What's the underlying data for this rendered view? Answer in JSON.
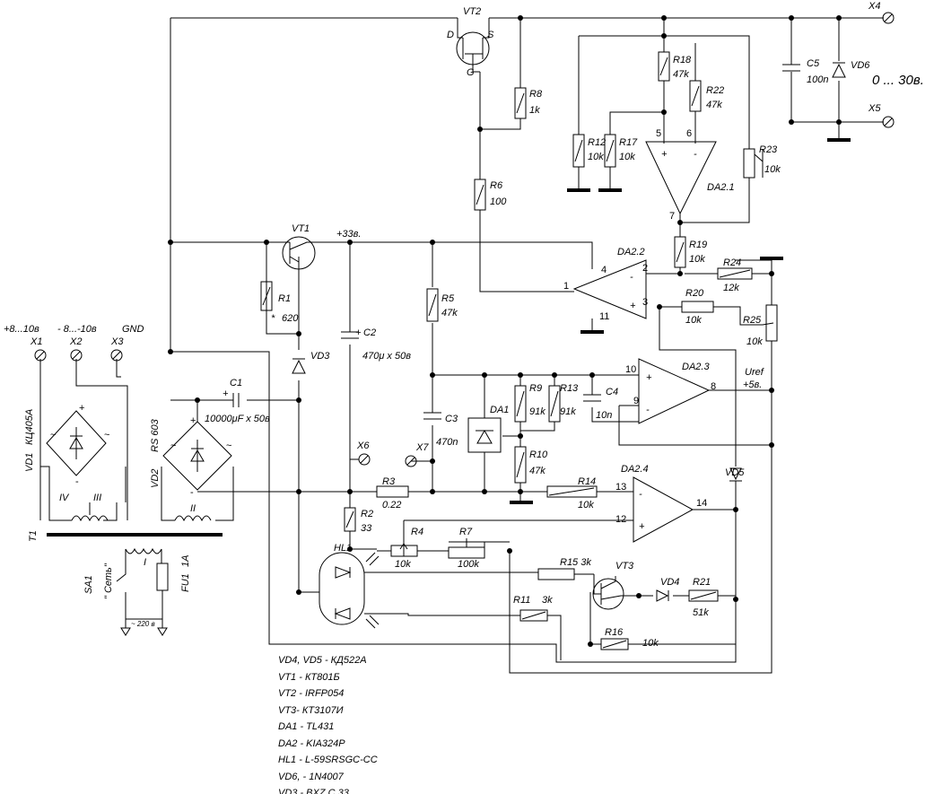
{
  "components": {
    "vt2": {
      "ref": "VT2",
      "d": "D",
      "s": "S",
      "g": "G"
    },
    "vt1": {
      "ref": "VT1"
    },
    "vt3": {
      "ref": "VT3"
    },
    "r1": {
      "ref": "R1",
      "val": "620",
      "mark": "*"
    },
    "r2": {
      "ref": "R2",
      "val": "33"
    },
    "r3": {
      "ref": "R3",
      "val": "0.22"
    },
    "r4": {
      "ref": "R4",
      "val": "10k"
    },
    "r5": {
      "ref": "R5",
      "val": "47k"
    },
    "r6": {
      "ref": "R6",
      "val": "100"
    },
    "r7": {
      "ref": "R7",
      "val": "100k"
    },
    "r8": {
      "ref": "R8",
      "val": "1k"
    },
    "r9": {
      "ref": "R9",
      "val": "91k"
    },
    "r10": {
      "ref": "R10",
      "val": "47k"
    },
    "r11": {
      "ref": "R11",
      "val": "3k"
    },
    "r12": {
      "ref": "R12",
      "val": "10k"
    },
    "r13": {
      "ref": "R13",
      "val": "91k"
    },
    "r14": {
      "ref": "R14",
      "val": "10k"
    },
    "r15": {
      "ref": "R15 3k"
    },
    "r16": {
      "ref": "R16",
      "val": "10k"
    },
    "r17": {
      "ref": "R17",
      "val": "10k"
    },
    "r18": {
      "ref": "R18",
      "val": "47k"
    },
    "r19": {
      "ref": "R19",
      "val": "10k"
    },
    "r20": {
      "ref": "R20",
      "val": "10k"
    },
    "r21": {
      "ref": "R21",
      "val": "51k"
    },
    "r22": {
      "ref": "R22",
      "val": "47k"
    },
    "r23": {
      "ref": "R23",
      "val": "10k"
    },
    "r24": {
      "ref": "R24",
      "val": "12k"
    },
    "r25": {
      "ref": "R25",
      "val": "10k"
    },
    "c1": {
      "ref": "C1",
      "val": "10000μF x 50в"
    },
    "c2": {
      "ref": "C2",
      "val": "470μ x 50в"
    },
    "c3": {
      "ref": "C3",
      "val": "470n"
    },
    "c4": {
      "ref": "C4",
      "val": "10n"
    },
    "c5": {
      "ref": "C5",
      "val": "100n"
    },
    "vd1": {
      "ref": "VD1",
      "type": "КЦ405А"
    },
    "vd2": {
      "ref": "VD2",
      "type": "RS 603"
    },
    "vd3": {
      "ref": "VD3"
    },
    "vd4": {
      "ref": "VD4"
    },
    "vd5": {
      "ref": "VD5"
    },
    "vd6": {
      "ref": "VD6"
    },
    "da1": {
      "ref": "DA1"
    },
    "da21": {
      "ref": "DA2.1"
    },
    "da22": {
      "ref": "DA2.2"
    },
    "da23": {
      "ref": "DA2.3"
    },
    "da24": {
      "ref": "DA2.4"
    },
    "hl1": {
      "ref": "HL1"
    },
    "t1": {
      "ref": "T1",
      "w1": "I",
      "w2": "II",
      "w3": "III",
      "w4": "IV"
    },
    "sa1": {
      "ref": "SA1",
      "name": "\" Сеть\""
    },
    "fu1": {
      "ref": "FU1",
      "val": "1A"
    },
    "mains": "~ 220 в"
  },
  "terminals": {
    "x1": {
      "ref": "X1",
      "label": "+8...10в"
    },
    "x2": {
      "ref": "X2",
      "label": "- 8...-10в"
    },
    "x3": {
      "ref": "X3",
      "label": "GND"
    },
    "x4": {
      "ref": "X4"
    },
    "x5": {
      "ref": "X5"
    },
    "x6": {
      "ref": "X6"
    },
    "x7": {
      "ref": "X7"
    }
  },
  "nets": {
    "v33": "+33в.",
    "uref": "Uref",
    "uref_val": "+5в.",
    "out_range": "0 ... 30в."
  },
  "pins": {
    "da22": [
      "4",
      "2",
      "1",
      "3",
      "11"
    ],
    "da21": [
      "5",
      "6",
      "7"
    ],
    "da23": [
      "10",
      "9",
      "8"
    ],
    "da24": [
      "13",
      "12",
      "14"
    ],
    "rect": [
      "~",
      "~",
      "+",
      "-"
    ]
  },
  "parts_list": [
    "VD4, VD5 - КД522А",
    "VT1 - КТ801Б",
    "VT2 - IRFP054",
    "VT3- КТ3107И",
    "DA1 - TL431",
    "DA2 - KIA324P",
    "HL1 -  L-59SRSGC-CC",
    "VD6,  -  1N4007",
    "VD3  -  BXZ C 33"
  ]
}
